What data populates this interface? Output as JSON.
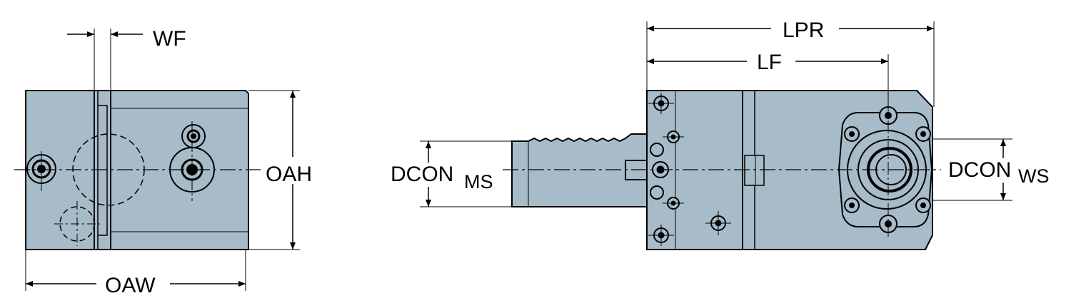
{
  "colors": {
    "body_fill": "#a7bbc8",
    "outline": "#000000",
    "background": "#ffffff"
  },
  "dimensions": {
    "wf": "WF",
    "oah": "OAH",
    "oaw": "OAW",
    "lpr": "LPR",
    "lf": "LF",
    "dcon": "DCON",
    "dcon_ms_sub": "MS",
    "dcon_ws_sub": "WS"
  }
}
